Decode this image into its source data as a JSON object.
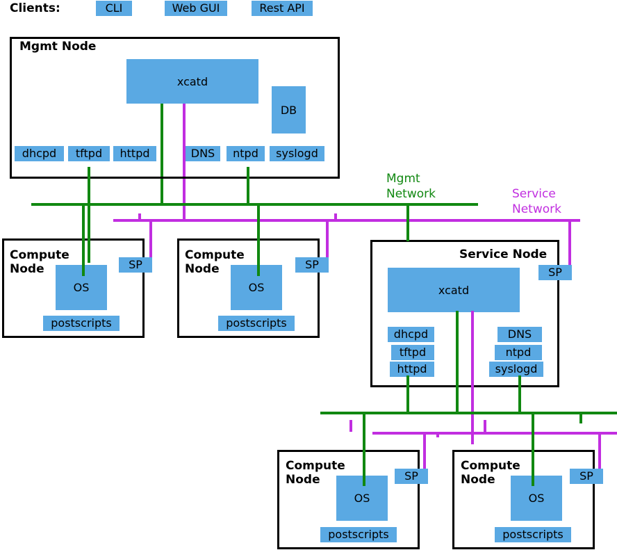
{
  "header": {
    "clients_label": "Clients:",
    "clients": [
      {
        "label": "CLI"
      },
      {
        "label": "Web GUI"
      },
      {
        "label": "Rest API"
      }
    ]
  },
  "colors": {
    "box_fill": "#5AA9E3",
    "node_border": "#000000",
    "mgmt_network": "#118811",
    "service_network": "#C12EE0",
    "background": "#FFFFFF"
  },
  "networks": {
    "mgmt": {
      "label": "Mgmt\nNetwork",
      "color": "#118811"
    },
    "service": {
      "label": "Service\nNetwork",
      "color": "#C12EE0"
    }
  },
  "mgmt_node": {
    "title": "Mgmt Node",
    "daemon": "xcatd",
    "database": "DB",
    "services_left": [
      "dhcpd",
      "tftpd",
      "httpd"
    ],
    "services_right": [
      "DNS",
      "ntpd",
      "syslogd"
    ]
  },
  "service_node": {
    "title": "Service Node",
    "daemon": "xcatd",
    "sp": "SP",
    "services_left": [
      "dhcpd",
      "tftpd",
      "httpd"
    ],
    "services_right": [
      "DNS",
      "ntpd",
      "syslogd"
    ]
  },
  "compute_nodes": [
    {
      "title": "Compute\nNode",
      "os": "OS",
      "postscripts": "postscripts",
      "sp": "SP"
    },
    {
      "title": "Compute\nNode",
      "os": "OS",
      "postscripts": "postscripts",
      "sp": "SP"
    },
    {
      "title": "Compute\nNode",
      "os": "OS",
      "postscripts": "postscripts",
      "sp": "SP"
    },
    {
      "title": "Compute\nNode",
      "os": "OS",
      "postscripts": "postscripts",
      "sp": "SP"
    }
  ]
}
